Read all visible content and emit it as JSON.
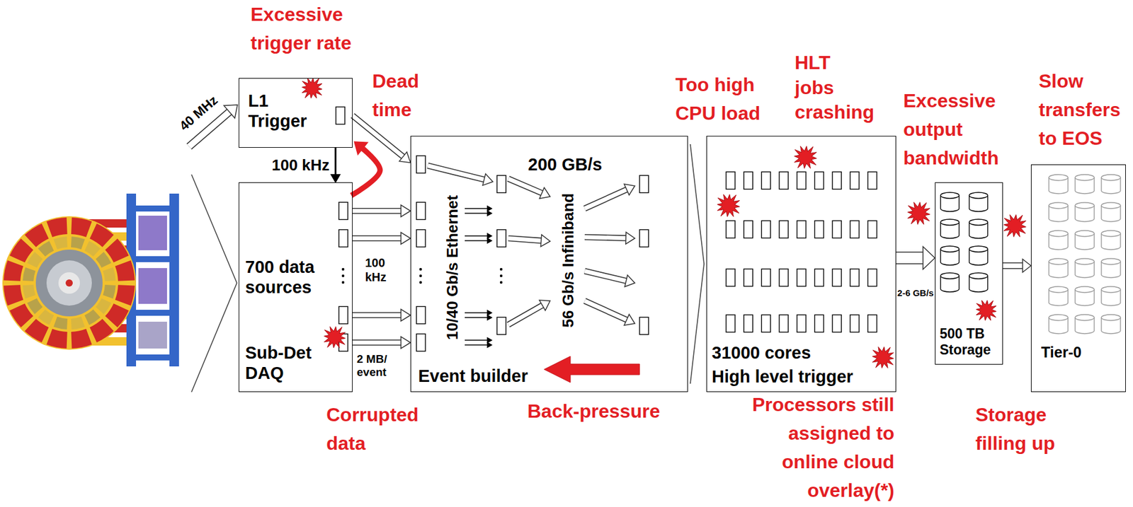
{
  "diagram": {
    "nodes": [
      {
        "text": [
          "L1 Trigger"
        ]
      },
      {
        "text": [
          "700 data sources",
          "Sub-Det DAQ"
        ]
      },
      {
        "text": [
          "200 GB/s",
          "10/40 Gb/s Ethernet",
          "56 Gb/s Infiniband",
          "Event builder"
        ]
      },
      {
        "text": [
          "31000 cores",
          "High level trigger"
        ]
      },
      {
        "text": [
          "500 TB Storage"
        ]
      },
      {
        "text": [
          "Tier-0"
        ]
      }
    ],
    "edges": [
      {
        "from": 0,
        "to": 1,
        "arrow": "to",
        "label": "100 kHz"
      },
      {
        "from": 1,
        "to": 0,
        "arrow": "to"
      },
      {
        "from": 0,
        "to": 2,
        "arrow": "to"
      },
      {
        "from": 1,
        "to": 2,
        "arrow": "to"
      },
      {
        "from": 1,
        "to": 2,
        "arrow": "to"
      },
      {
        "from": 1,
        "to": 2,
        "arrow": "to"
      },
      {
        "from": 1,
        "to": 2,
        "arrow": "to"
      },
      {
        "from": 2,
        "to": 3,
        "arrow": "to"
      },
      {
        "from": 3,
        "to": 4,
        "arrow": "to",
        "label": "2-6 GB/s"
      },
      {
        "from": 4,
        "to": 5,
        "arrow": "to"
      }
    ],
    "labels": [
      "Excessive trigger rate",
      "40 MHz",
      "Dead time",
      "100 kHz",
      "2 MB/ event",
      "Corrupted data",
      "Back-pressure",
      "Too high CPU load",
      "HLT jobs crashing",
      "Processors still assigned to online cloud overlay(*)",
      "Excessive output bandwidth",
      "Slow transfers to EOS",
      "Storage filling up"
    ]
  }
}
